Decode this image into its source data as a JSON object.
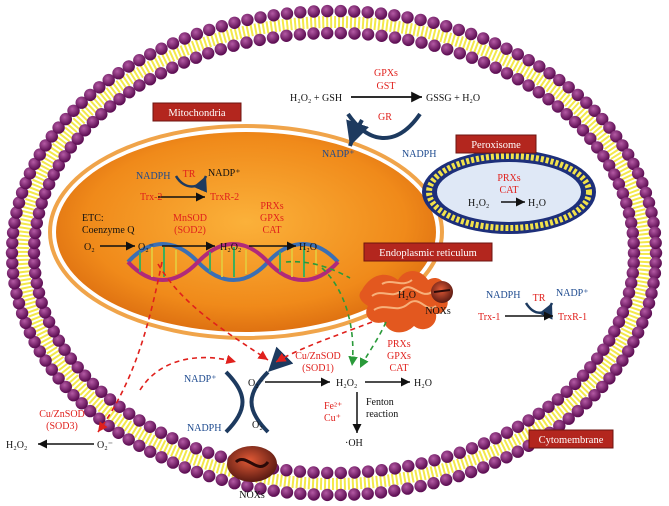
{
  "colors": {
    "membrane_head": "#7a1a6e",
    "membrane_tail": "#f3e84a",
    "mito": "#f08a1a",
    "red_label": "#e0201c",
    "blue_label": "#1d4a8f",
    "box_bg": "#b3261e"
  },
  "labels": {
    "mitochondria": "Mitochondria",
    "peroxisome": "Peroxisome",
    "er": "Endoplasmic reticulum",
    "cytomembrane": "Cytomembrane"
  },
  "gsh": {
    "left": "H₂O₂ + GSH",
    "right": "GSSG + H₂O",
    "enzyme1": "GPXs",
    "enzyme2": "GST",
    "gr": "GR",
    "nadpplus": "NADP⁺",
    "nadph": "NADPH"
  },
  "perox": {
    "e1": "PRXs",
    "e2": "CAT",
    "left": "H₂O₂",
    "right": "H₂O"
  },
  "mito": {
    "nadph": "NADPH",
    "tr": "TR",
    "nadpplus": "NADP⁺",
    "trx": "Trx-2",
    "trxr": "TrxR-2",
    "etc1": "ETC:",
    "etc2": "Coenzyme Q",
    "o2": "O₂",
    "o2minus": "O₂⁻",
    "sod1": "MnSOD",
    "sod2": "(SOD2)",
    "h2o2": "H₂O₂",
    "h2o": "H₂O",
    "prx": "PRXs",
    "gpx": "GPXs",
    "cat": "CAT"
  },
  "er": {
    "h2o": "H₂O",
    "nox": "NOXs"
  },
  "trx1": {
    "nadph": "NADPH",
    "tr": "TR",
    "nadpplus": "NADP⁺",
    "trx": "Trx-1",
    "trxr": "TrxR-1"
  },
  "cyto": {
    "nadpplus": "NADP⁺",
    "nadph": "NADPH",
    "o2minus": "O₂⁻",
    "o2": "O₂",
    "sod_a": "Cu/ZnSOD",
    "sod_b": "(SOD1)",
    "h2o2": "H₂O₂",
    "h2o": "H₂O",
    "prx": "PRXs",
    "gpx": "GPXs",
    "cat": "CAT",
    "fe": "Fe²⁺",
    "cu": "Cu⁺",
    "fenton1": "Fenton",
    "fenton2": "reaction",
    "oh": "·OH"
  },
  "extra": {
    "sod3a": "Cu/ZnSOD",
    "sod3b": "(SOD3)",
    "h2o2": "H₂O₂",
    "o2minus": "O₂⁻",
    "nox": "NOXs"
  }
}
